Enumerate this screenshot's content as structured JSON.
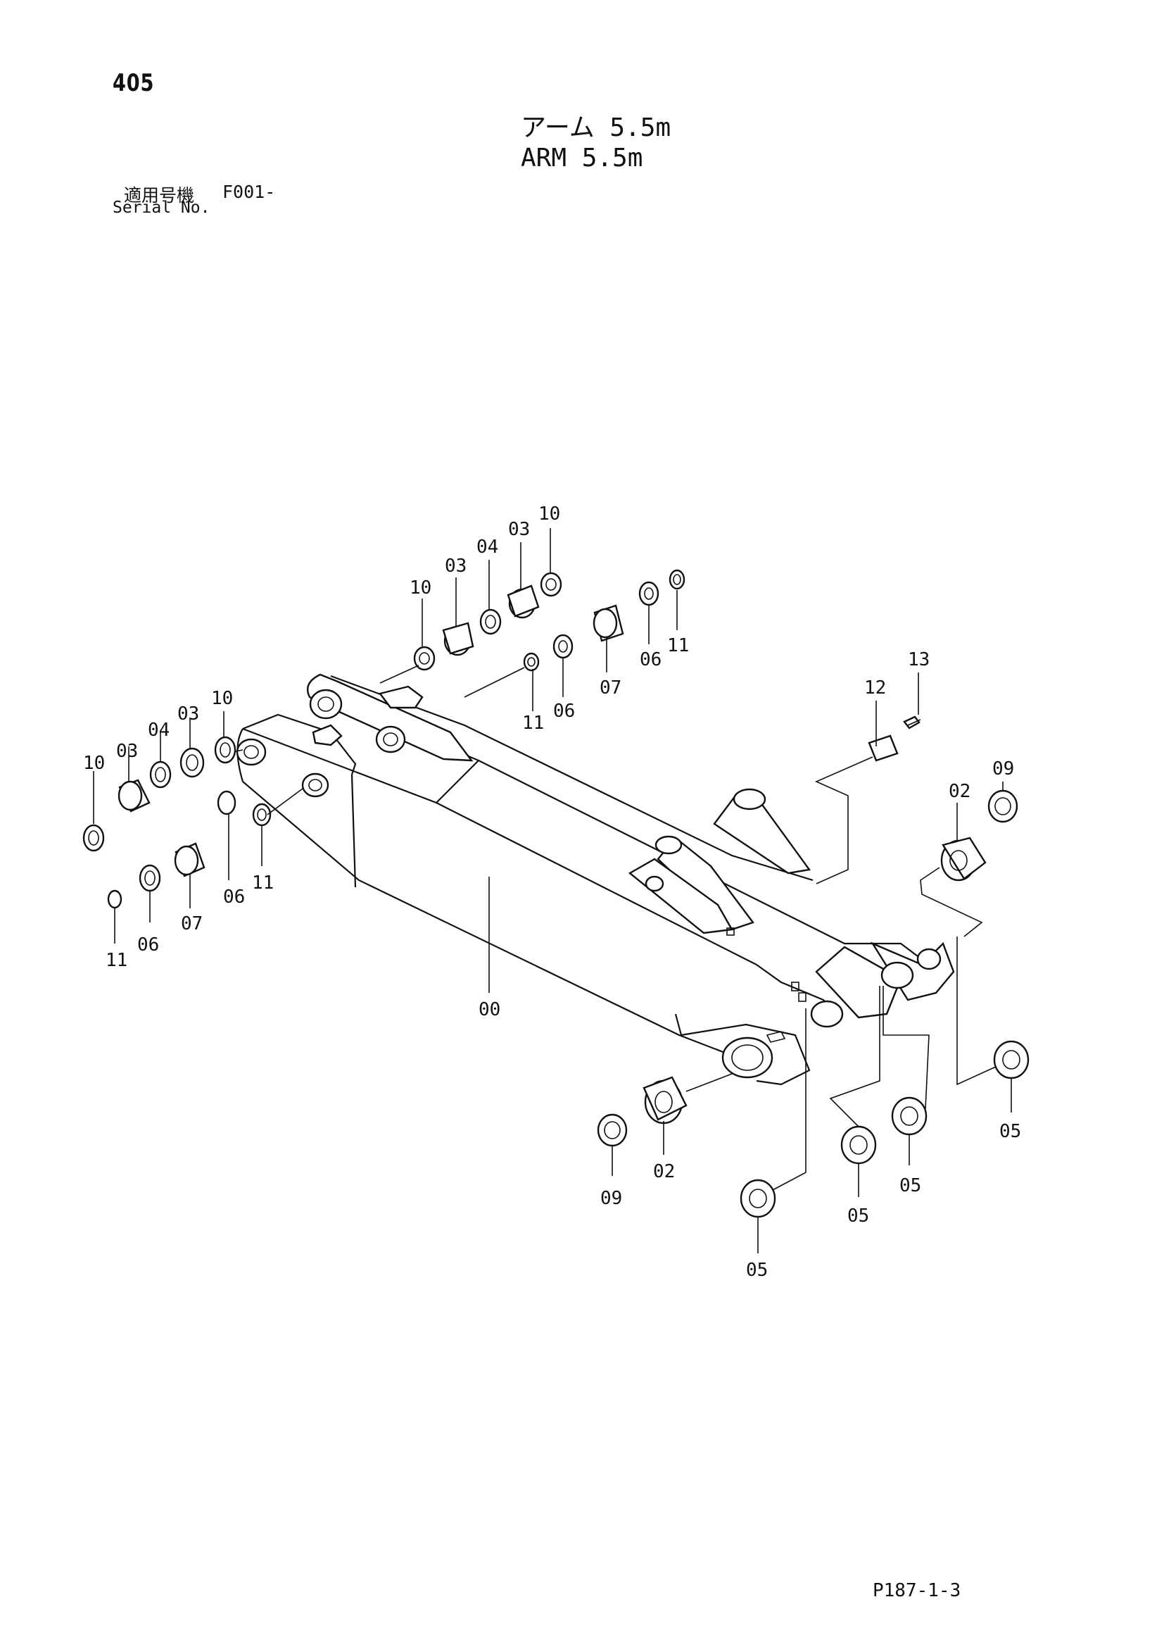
{
  "header": {
    "page_number": "405",
    "title_jp": "アーム 5.5m",
    "title_en": "ARM 5.5m",
    "serial_label_jp": "適用号機",
    "serial_value": "F001-",
    "serial_label_en": "Serial No."
  },
  "callouts": {
    "c00": "00",
    "c02a": "02",
    "c02b": "02",
    "c03a": "03",
    "c03b": "03",
    "c03c": "03",
    "c03d": "03",
    "c04a": "04",
    "c04b": "04",
    "c05a": "05",
    "c05b": "05",
    "c05c": "05",
    "c05d": "05",
    "c06a": "06",
    "c06b": "06",
    "c06c": "06",
    "c06d": "06",
    "c07a": "07",
    "c07b": "07",
    "c09a": "09",
    "c09b": "09",
    "c10a": "10",
    "c10b": "10",
    "c10c": "10",
    "c10d": "10",
    "c11a": "11",
    "c11b": "11",
    "c11c": "11",
    "c11d": "11",
    "c12": "12",
    "c13": "13"
  },
  "footer": {
    "code": "P187-1-3"
  }
}
